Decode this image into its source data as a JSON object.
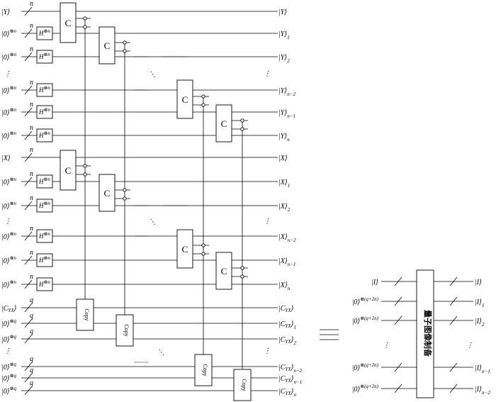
{
  "left_circuit": {
    "y_register": {
      "labels": [
        "|Y⟩",
        "|0⟩⊗n",
        "|0⟩⊗n",
        "⋮",
        "|0⟩⊗n",
        "|0⟩⊗n",
        "|0⟩⊗n"
      ],
      "outputs": [
        "|Y⟩",
        "|Y⟩1",
        "|Y⟩2",
        "⋮",
        "|Y⟩n−2",
        "|Y⟩n−1",
        "|Y⟩n"
      ]
    },
    "x_register": {
      "labels": [
        "|X⟩",
        "|0⟩⊗n",
        "|0⟩⊗n",
        "⋮",
        "|0⟩⊗n",
        "|0⟩⊗n",
        "|0⟩⊗n"
      ],
      "outputs": [
        "|X⟩",
        "|X⟩1",
        "|X⟩2",
        "⋮",
        "|X⟩n−2",
        "|X⟩n−1",
        "|X⟩n"
      ]
    },
    "c_register": {
      "labels": [
        "|CYX⟩",
        "|0⟩⊗q",
        "|0⟩⊗q",
        "⋮",
        "|0⟩⊗q",
        "|0⟩⊗q",
        "|0⟩⊗q"
      ],
      "outputs": [
        "|CYX⟩",
        "|CYX⟩1",
        "|CYX⟩2",
        "⋮",
        "|CYX⟩n−2",
        "|CYX⟩n−1",
        "|CYX⟩n"
      ]
    },
    "wire_count_n": "n",
    "wire_count_q": "q",
    "hadamard_label": "H⊗n",
    "c_gate_label": "C",
    "copy_gate_label": "Copy"
  },
  "right_circuit": {
    "inputs": [
      "|I⟩",
      "|0⟩⊗(q+2n)",
      "|0⟩⊗(q+2n)",
      "⋮",
      "|0⟩⊗(q+2n)",
      "|0⟩⊗(q+2n)"
    ],
    "outputs": [
      "|I⟩",
      "|I⟩1",
      "|I⟩2",
      "⋮",
      "|I⟩n−1",
      "|I⟩n−2"
    ],
    "block_label": "量子图像制备"
  },
  "equals_sign": "≡"
}
